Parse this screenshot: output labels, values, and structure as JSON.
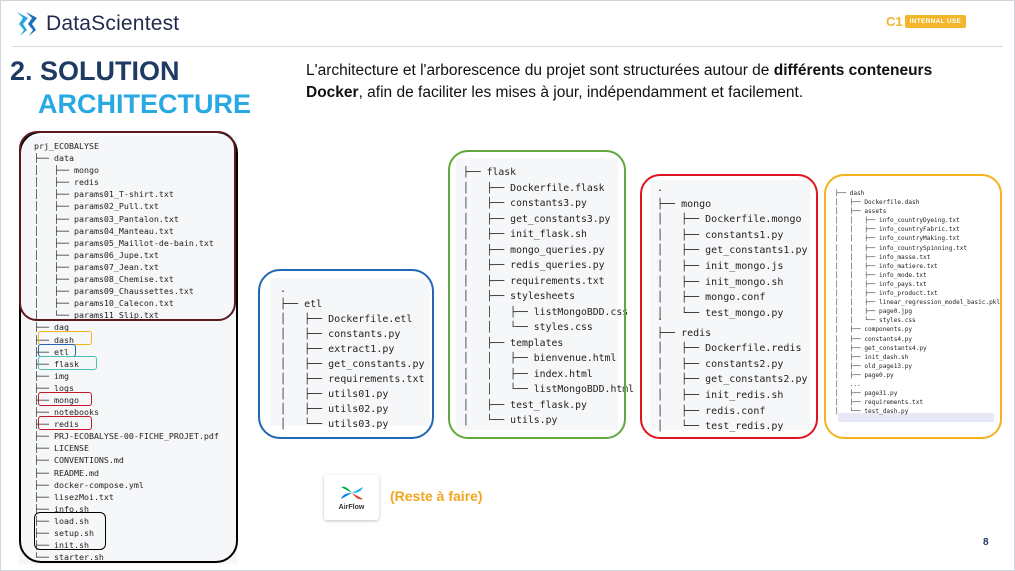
{
  "header": {
    "logo_text": "DataScientest",
    "classification_mark": "C1",
    "classification_label": "INTERNAL USE"
  },
  "title": {
    "line1": "2. SOLUTION",
    "line2": "ARCHITECTURE"
  },
  "description": {
    "part1": "L'architecture et l'arborescence du projet sont structurées autour de ",
    "bold": "différents conteneurs Docker",
    "part2": ", afin de faciliter les mises à jour, indépendamment et facilement."
  },
  "trees": {
    "project": "prj_ECOBALYSE\n├── data\n│   ├── mongo\n│   ├── redis\n│   ├── params01_T-shirt.txt\n│   ├── params02_Pull.txt\n│   ├── params03_Pantalon.txt\n│   ├── params04_Manteau.txt\n│   ├── params05_Maillot-de-bain.txt\n│   ├── params06_Jupe.txt\n│   ├── params07_Jean.txt\n│   ├── params08_Chemise.txt\n│   ├── params09_Chaussettes.txt\n│   ├── params10_Calecon.txt\n│   └── params11_Slip.txt\n├── dag\n├── dash\n├── etl\n├── flask\n├── img\n├── logs\n├── mongo\n├── notebooks\n├── redis\n├── PRJ-ECOBALYSE-00-FICHE_PROJET.pdf\n├── LICENSE\n├── CONVENTIONS.md\n├── README.md\n├── docker-compose.yml\n├── lisezMoi.txt\n├── info.sh\n├── load.sh\n├── setup.sh\n├── init.sh\n└── starter.sh",
    "etl": ".\n├── etl\n│   ├── Dockerfile.etl\n│   ├── constants.py\n│   ├── extract1.py\n│   ├── get_constants.py\n│   ├── requirements.txt\n│   ├── utils01.py\n│   ├── utils02.py\n│   └── utils03.py",
    "flask": "├── flask\n│   ├── Dockerfile.flask\n│   ├── constants3.py\n│   ├── get_constants3.py\n│   ├── init_flask.sh\n│   ├── mongo_queries.py\n│   ├── redis_queries.py\n│   ├── requirements.txt\n│   ├── stylesheets\n│   │   ├── listMongoBDD.css\n│   │   └── styles.css\n│   ├── templates\n│   │   ├── bienvenue.html\n│   │   ├── index.html\n│   │   └── listMongoBDD.html\n│   ├── test_flask.py\n│   └── utils.py",
    "mongo": ".\n├── mongo\n│   ├── Dockerfile.mongo\n│   ├── constants1.py\n│   ├── get_constants1.py\n│   ├── init_mongo.js\n│   ├── init_mongo.sh\n│   ├── mongo.conf\n│   └── test_mongo.py",
    "redis": ".\n├── redis\n│   ├── Dockerfile.redis\n│   ├── constants2.py\n│   ├── get_constants2.py\n│   ├── init_redis.sh\n│   ├── redis.conf\n│   └── test_redis.py",
    "dash": "├── dash\n│   ├── Dockerfile.dash\n│   ├── assets\n│   │   ├── info_countryDyeing.txt\n│   │   ├── info_countryFabric.txt\n│   │   ├── info_countryMaking.txt\n│   │   ├── info_countrySpinning.txt\n│   │   ├── info_masse.txt\n│   │   ├── info_matiere.txt\n│   │   ├── info_mode.txt\n│   │   ├── info_pays.txt\n│   │   ├── info_product.txt\n│   │   ├── linear_regression_model_basic.pkl\n│   │   ├── page0.jpg\n│   │   └── styles.css\n│   ├── components.py\n│   ├── constants4.py\n│   ├── get_constants4.py\n│   ├── init_dash.sh\n│   ├── old_page13.py\n│   ├── page0.py\n│   ...\n│   ├── page31.py\n│   ├── requirements.txt\n│   └── test_dash.py"
  },
  "airflow": {
    "logo_label": "AirFlow",
    "note": "(Reste à faire)"
  },
  "page_number": "8",
  "colors": {
    "title_dark": "#1f3b63",
    "title_light": "#29a9e1",
    "etl_frame": "#2166b3",
    "flask_frame": "#63a83d",
    "mongo_redis_frame": "#e0141e",
    "dash_frame": "#f2b31c",
    "data_frame": "#5a1b1e",
    "project_frame": "#000000",
    "highlight_teal": "#4dbfb0"
  }
}
